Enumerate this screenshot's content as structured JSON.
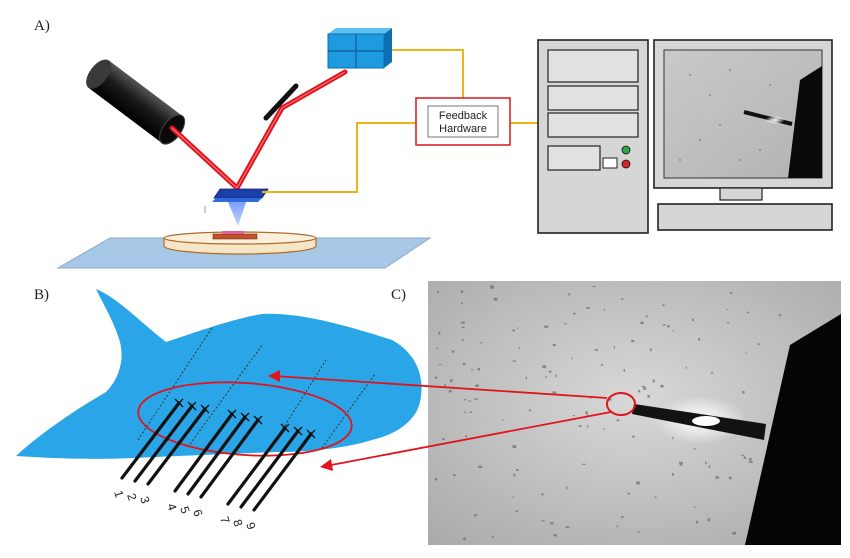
{
  "panels": {
    "a": {
      "label": "A)"
    },
    "b": {
      "label": "B)"
    },
    "c": {
      "label": "C)"
    }
  },
  "feedback_box": {
    "line1": "Feedback",
    "line2": "Hardware"
  },
  "electrode_numbers": [
    "1",
    "2",
    "3",
    "4",
    "5",
    "6",
    "7",
    "8",
    "9"
  ],
  "colors": {
    "laser": "#e0141c",
    "wire": "#f2b21b",
    "cell": "#2aa6e8",
    "cube": "#1e8fd6",
    "platform": "#9cc4e4",
    "feedback_border": "#d9262b",
    "pc_body": "#d6d6d6"
  },
  "icons": {
    "laser_source": "cylinder-laser-icon",
    "photodetector": "photodetector-cube-icon",
    "mirror": "mirror-icon",
    "computer": "desktop-computer-icon"
  }
}
